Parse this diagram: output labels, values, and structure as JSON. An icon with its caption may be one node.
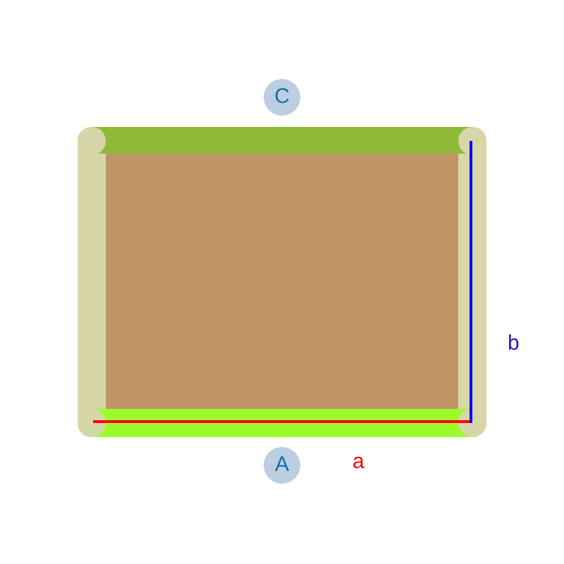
{
  "diagram": {
    "nodes": [
      {
        "text": [
          "C"
        ]
      },
      {
        "text": [
          "A"
        ]
      }
    ],
    "labels": [
      "a",
      "b"
    ]
  }
}
